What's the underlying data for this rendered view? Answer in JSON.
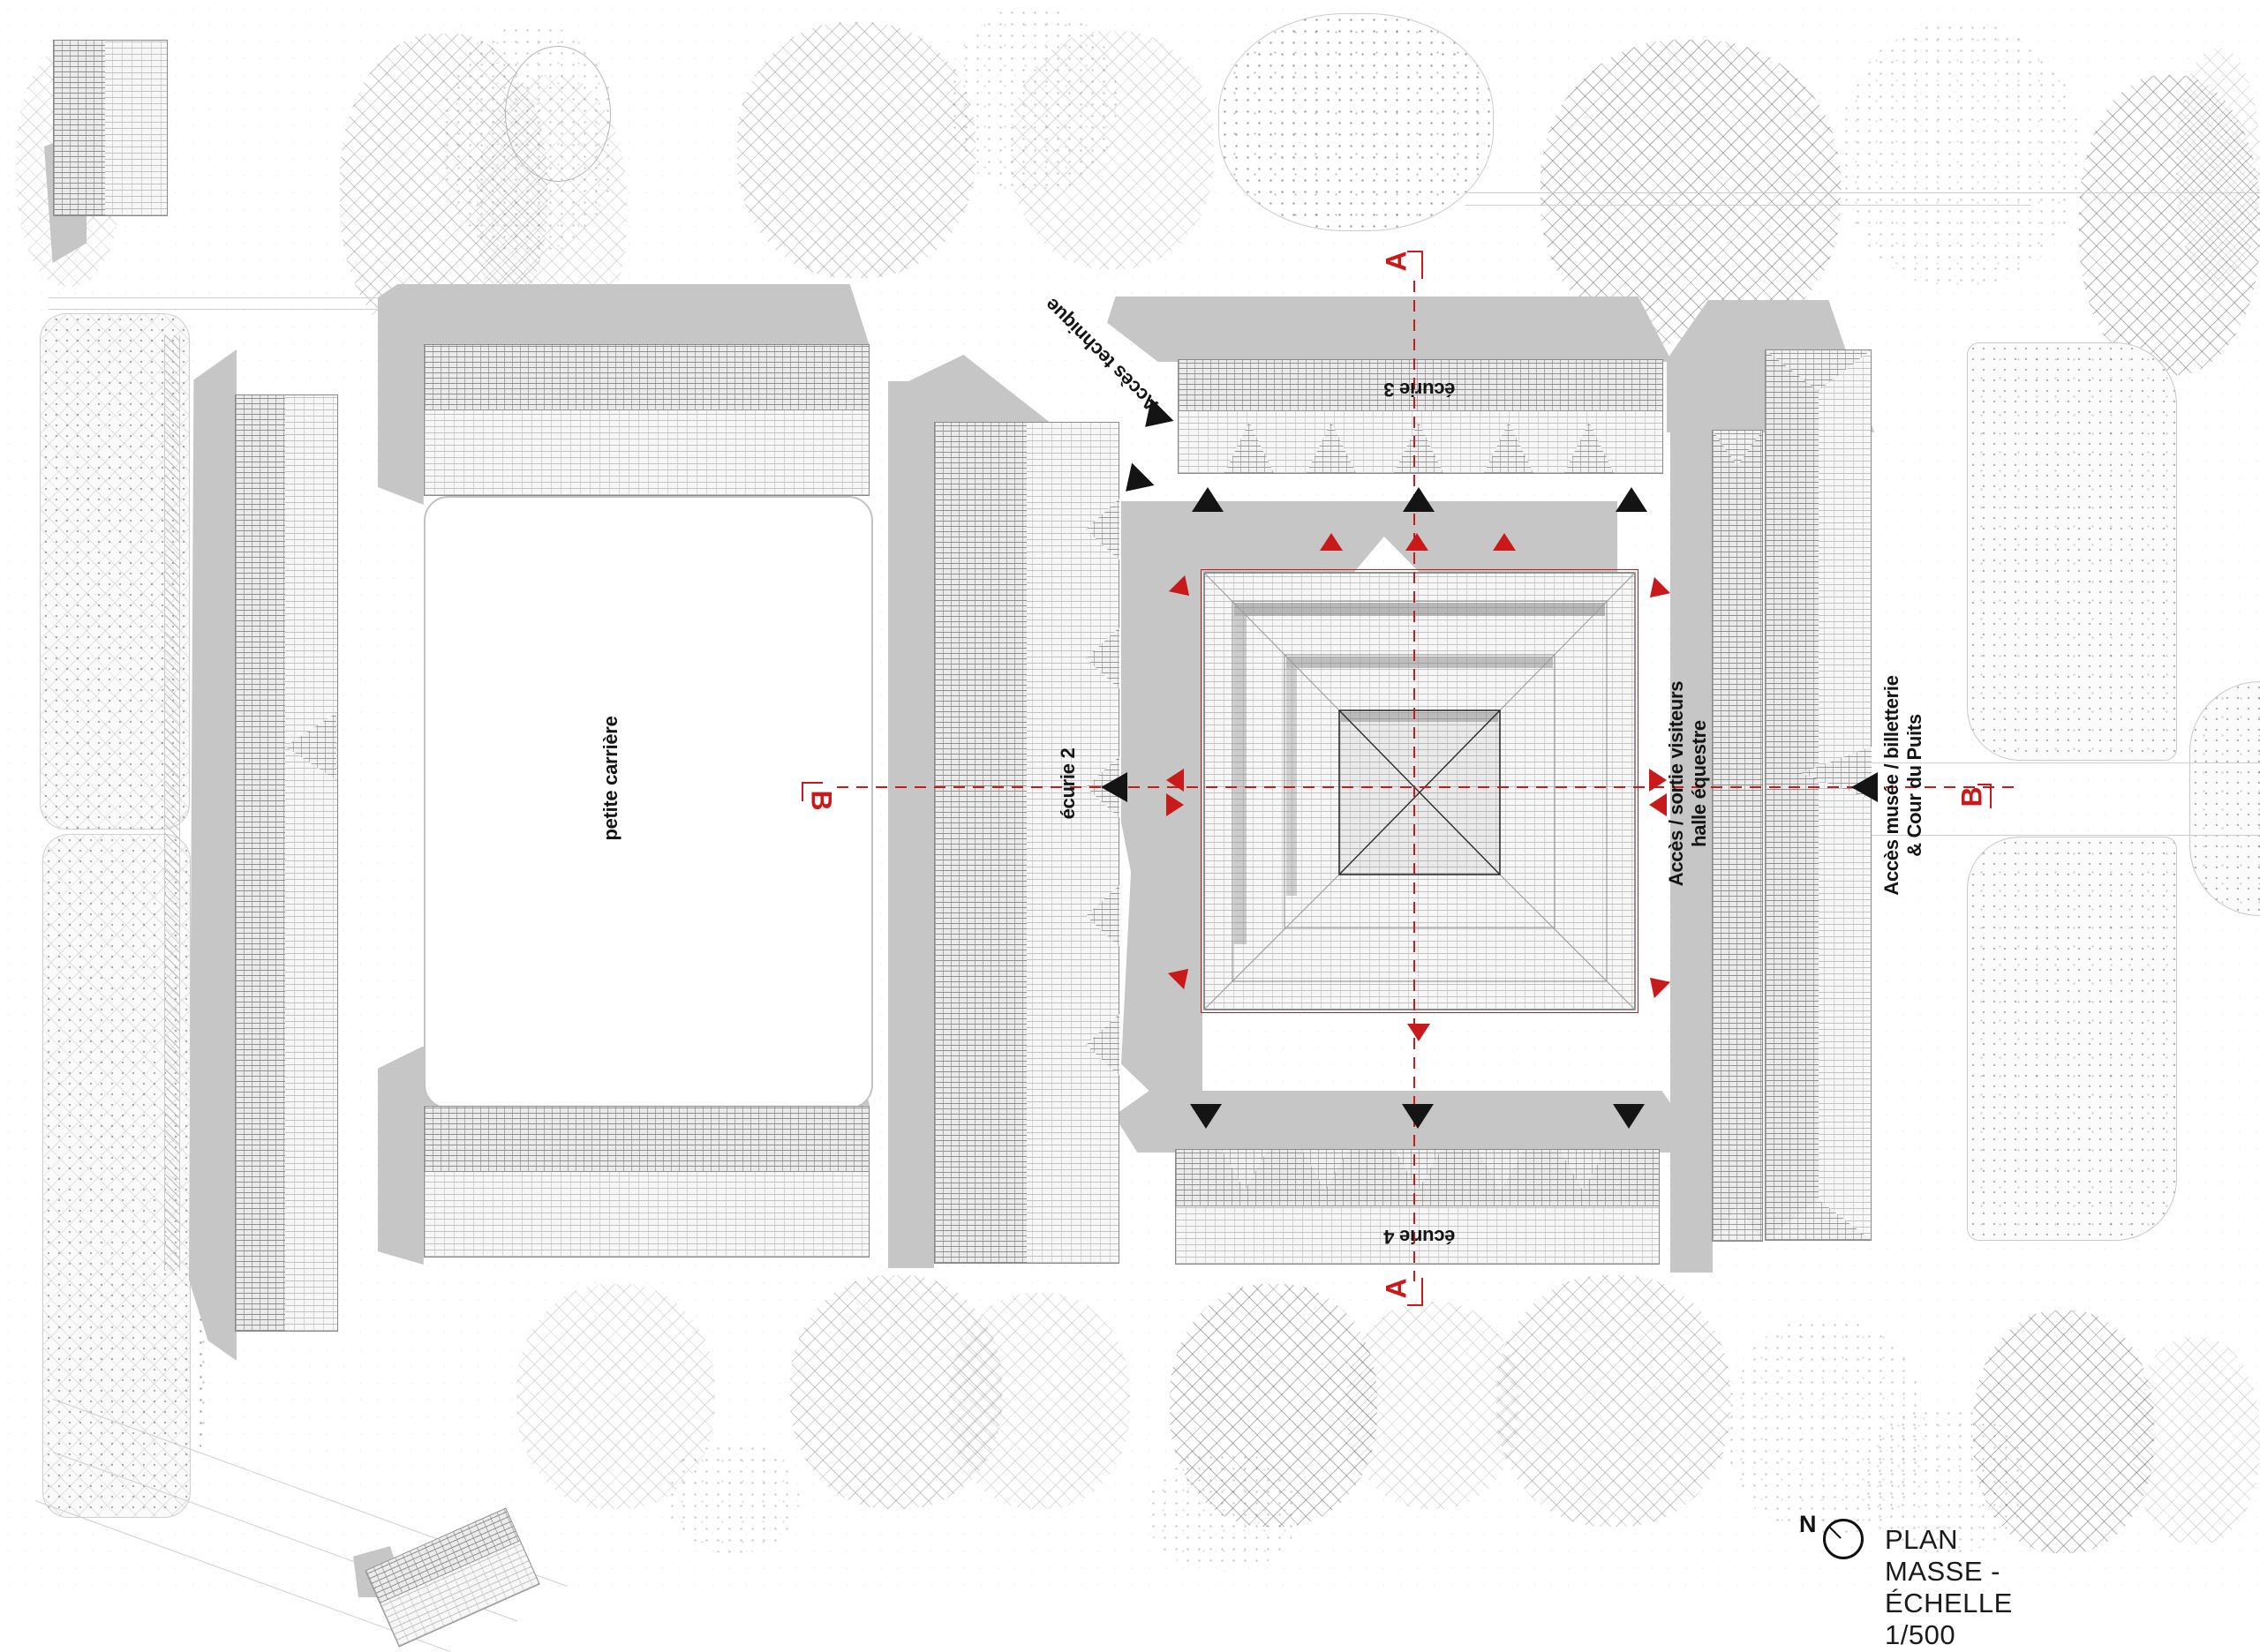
{
  "drawing": {
    "title": "PLAN MASSE - ÉCHELLE 1/500",
    "north_label": "N"
  },
  "labels": {
    "petite_carriere": "petite carrière",
    "ecurie2": "écurie 2",
    "ecurie3": "écurie 3",
    "ecurie4": "écurie 4",
    "acces_technique": "Accès technique",
    "acces_halle": "Accès / sortie visiteurs\nhalle équestre",
    "acces_musee": "Accès musée / billetterie\n& Cour du Puits"
  },
  "sections": {
    "a": "A",
    "b": "B"
  },
  "colors": {
    "section_red": "#c81a1a",
    "shadow_gray": "#c6c6c6",
    "line_black": "#141414"
  }
}
